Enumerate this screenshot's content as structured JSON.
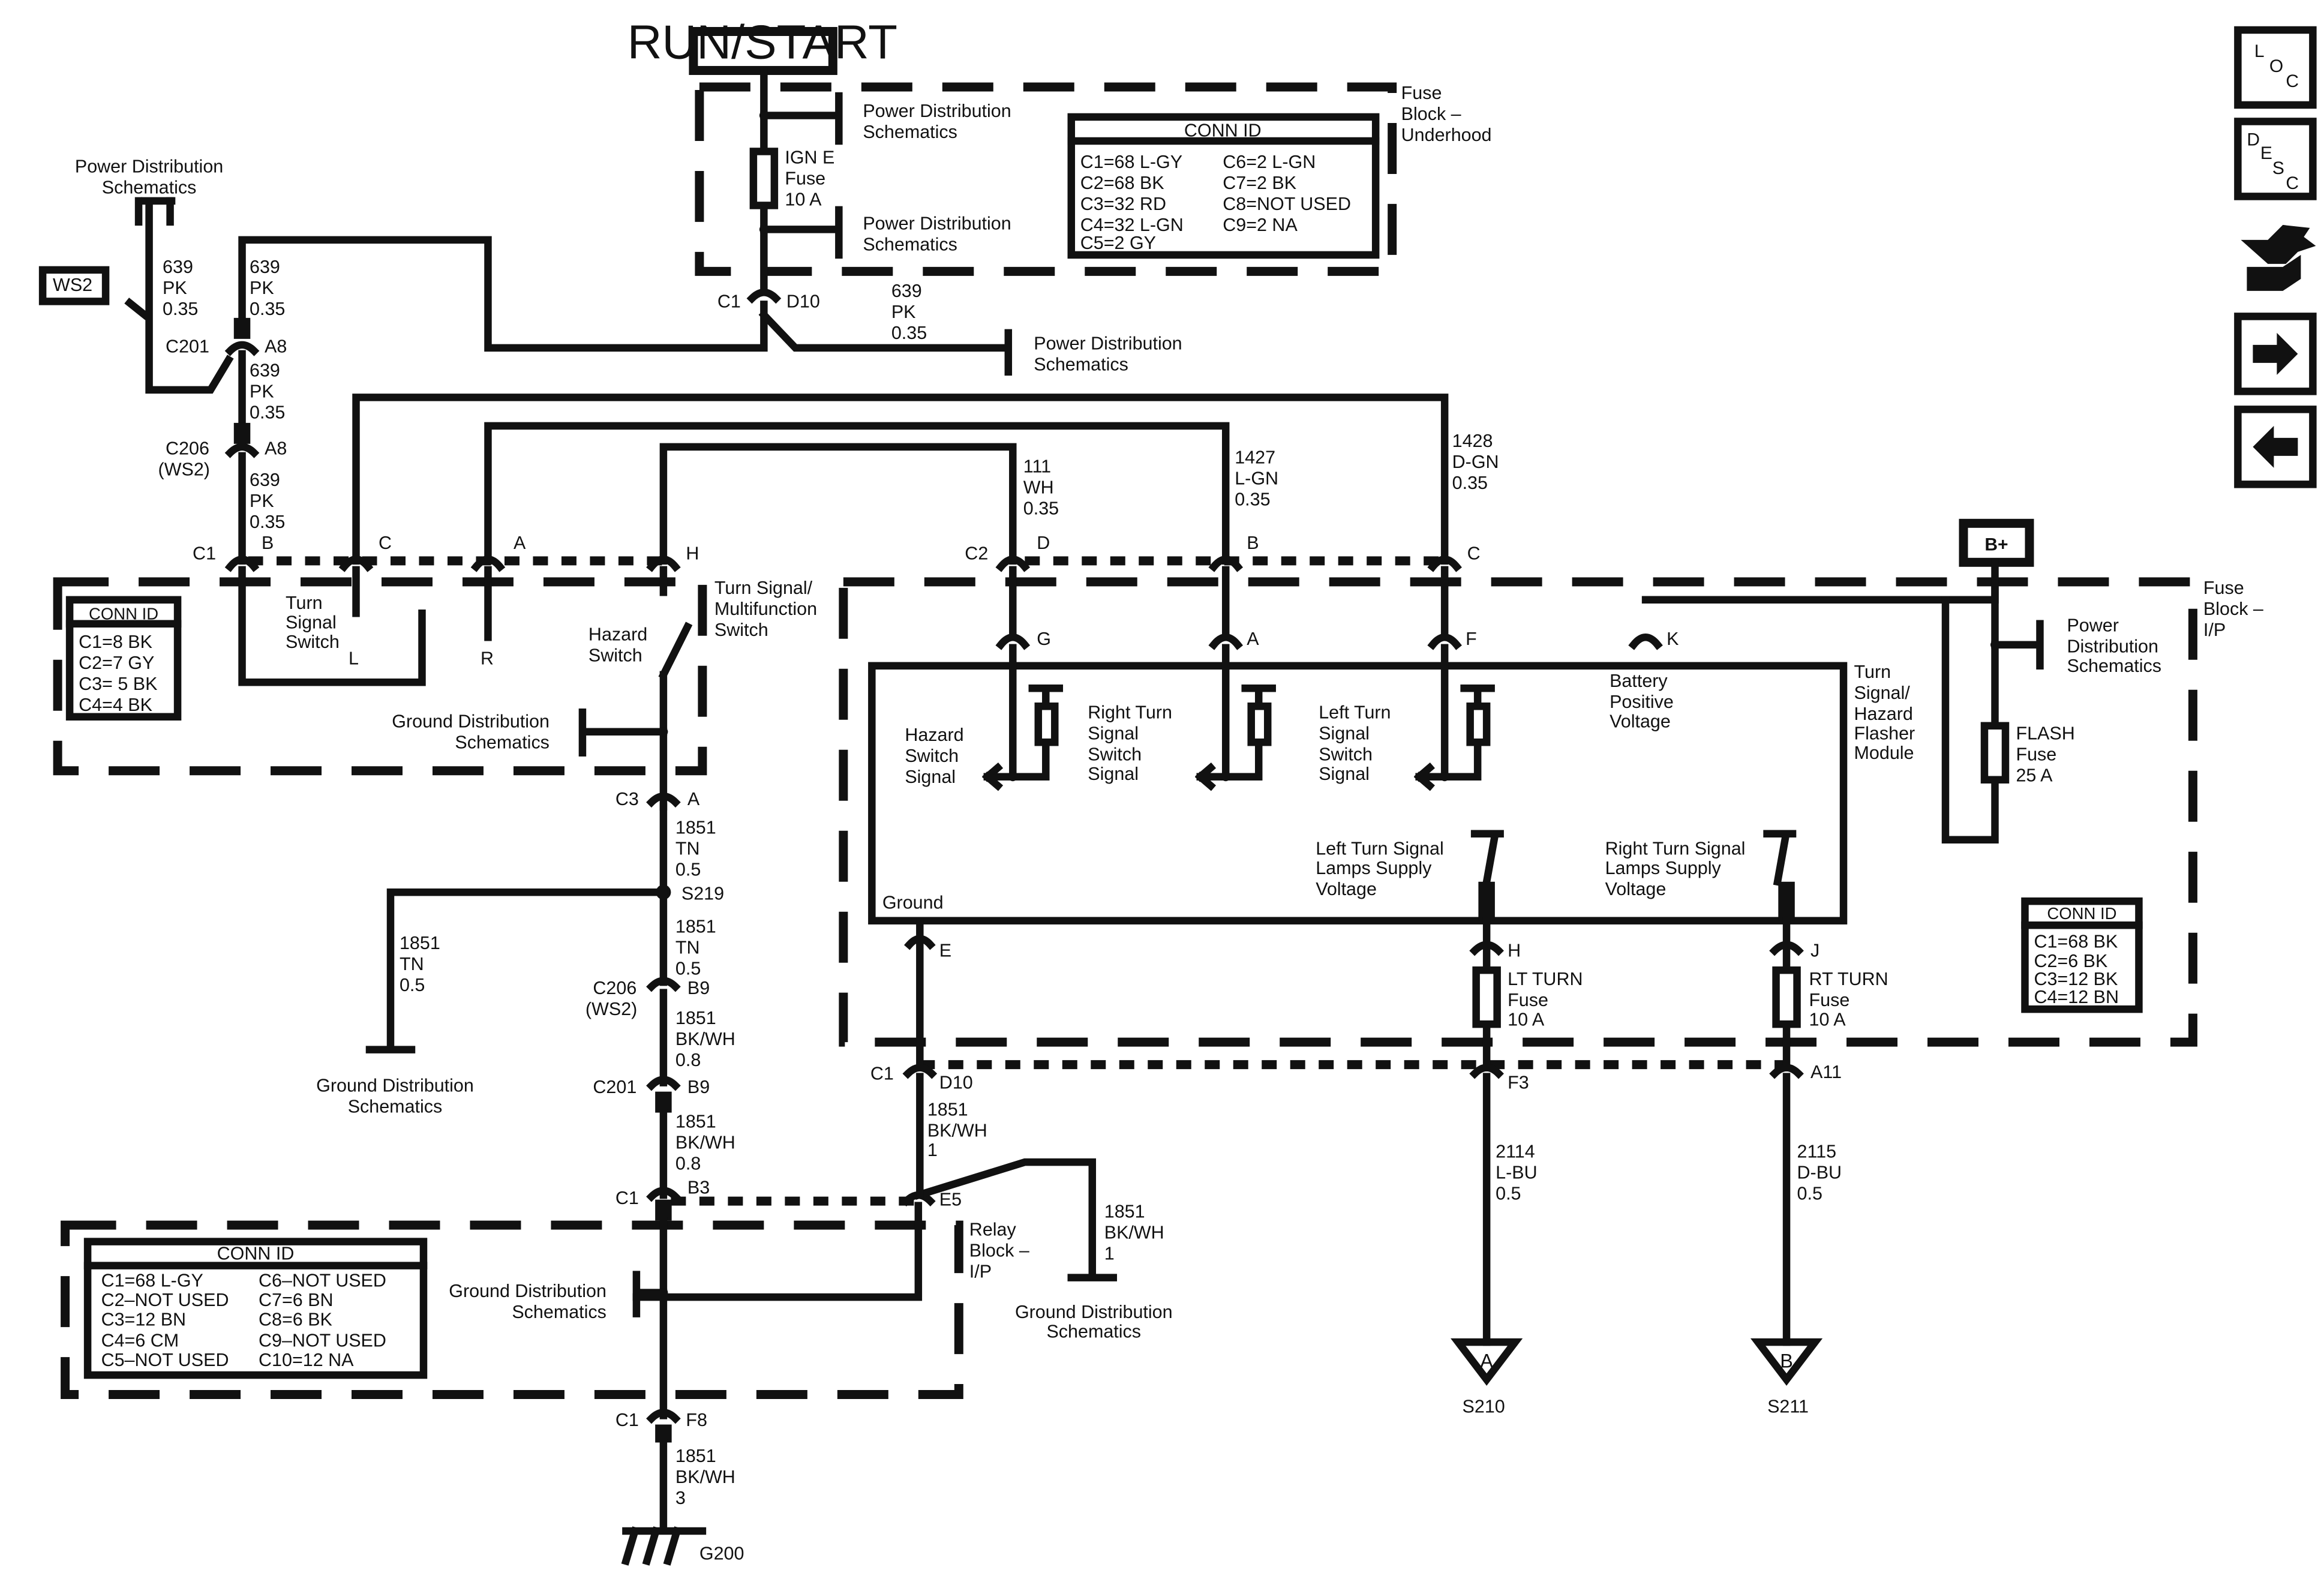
{
  "header": {
    "run_start": "RUN/START",
    "b_plus": "B+"
  },
  "nav": {
    "loc": [
      "L",
      "O",
      "C"
    ],
    "desc": [
      "D",
      "E",
      "S",
      "C"
    ],
    "icons": [
      "diagnostic-hand-icon",
      "next-arrow-icon",
      "previous-arrow-icon"
    ]
  },
  "fuse_block_underhood": {
    "title": [
      "Fuse",
      "Block –",
      "Underhood"
    ],
    "fuse_label": [
      "IGN E",
      "Fuse",
      "10 A"
    ],
    "pds_top": [
      "Power Distribution",
      "Schematics"
    ],
    "pds_mid": [
      "Power Distribution",
      "Schematics"
    ],
    "conn_title": "CONN ID",
    "conn_left": [
      "C1=68 L-GY",
      "C2=68 BK",
      "C3=32 RD",
      "C4=32 L-GN",
      "C5=2 GY"
    ],
    "conn_right": [
      "C6=2 L-GN",
      "C7=2 BK",
      "C8=NOT USED",
      "C9=2 NA"
    ],
    "c1": "C1",
    "d10": "D10",
    "wire_out": [
      "639",
      "PK",
      "0.35"
    ],
    "pds_right": [
      "Power Distribution",
      "Schematics"
    ]
  },
  "left_feed": {
    "pds": [
      "Power Distribution",
      "Schematics"
    ],
    "ws2": "WS2",
    "wire_a": [
      "639",
      "PK",
      "0.35"
    ],
    "wire_b": [
      "639",
      "PK",
      "0.35"
    ],
    "c201": "C201",
    "a8_1": "A8",
    "wire_c": [
      "639",
      "PK",
      "0.35"
    ],
    "c206": [
      "C206",
      "(WS2)"
    ],
    "a8_2": "A8",
    "wire_d": [
      "639",
      "PK",
      "0.35"
    ]
  },
  "top_wires": {
    "w111": [
      "111",
      "WH",
      "0.35"
    ],
    "w1427": [
      "1427",
      "L-GN",
      "0.35"
    ],
    "w1428": [
      "1428",
      "D-GN",
      "0.35"
    ]
  },
  "multifunction_switch": {
    "title": [
      "Turn Signal/",
      "Multifunction",
      "Switch"
    ],
    "c1": "C1",
    "pins": [
      "B",
      "C",
      "A",
      "H"
    ],
    "turn_switch": [
      "Turn",
      "Signal",
      "Switch"
    ],
    "l": "L",
    "r": "R",
    "hazard_switch": [
      "Hazard",
      "Switch"
    ],
    "gds": [
      "Ground Distribution",
      "Schematics"
    ],
    "conn_title": "CONN ID",
    "conn": [
      "C1=8 BK",
      "C2=7 GY",
      "C3= 5 BK",
      "C4=4 BK"
    ],
    "c3": "C3",
    "c3_pin": "A"
  },
  "ground_path": {
    "w1851_tn": [
      "1851",
      "TN",
      "0.5"
    ],
    "s219": "S219",
    "w1851_tn_b": [
      "1851",
      "TN",
      "0.5"
    ],
    "w1851_tn_c": [
      "1851",
      "TN",
      "0.5"
    ],
    "gds": [
      "Ground Distribution",
      "Schematics"
    ],
    "c206": [
      "C206",
      "(WS2)"
    ],
    "b9_1": "B9",
    "w1851_bkwh_a": [
      "1851",
      "BK/WH",
      "0.8"
    ],
    "c201": "C201",
    "b9_2": "B9",
    "w1851_bkwh_b": [
      "1851",
      "BK/WH",
      "0.8"
    ],
    "c1_b3": "C1",
    "b3": "B3",
    "c1_f8": "C1",
    "f8": "F8",
    "w1851_bkwh_c": [
      "1851",
      "BK/WH",
      "3"
    ],
    "g200": "G200"
  },
  "relay_block": {
    "title": [
      "Relay",
      "Block –",
      "I/P"
    ],
    "conn_title": "CONN ID",
    "conn_left": [
      "C1=68 L-GY",
      "C2–NOT USED",
      "C3=12 BN",
      "C4=6 CM",
      "C5–NOT USED"
    ],
    "conn_right": [
      "C6–NOT USED",
      "C7=6 BN",
      "C8=6 BK",
      "C9–NOT USED",
      "C10=12 NA"
    ],
    "gds": [
      "Ground Distribution",
      "Schematics"
    ],
    "e5": "E5"
  },
  "fuse_block_ip": {
    "title": [
      "Fuse",
      "Block –",
      "I/P"
    ],
    "c2": "C2",
    "c2_pins": [
      "D",
      "B",
      "C"
    ],
    "module_pins": [
      "G",
      "A",
      "F",
      "K"
    ],
    "hazard_sig": [
      "Hazard",
      "Switch",
      "Signal"
    ],
    "right_sig": [
      "Right Turn",
      "Signal",
      "Switch",
      "Signal"
    ],
    "left_sig": [
      "Left Turn",
      "Signal",
      "Switch",
      "Signal"
    ],
    "batt": [
      "Battery",
      "Positive",
      "Voltage"
    ],
    "module_name": [
      "Turn",
      "Signal/",
      "Hazard",
      "Flasher",
      "Module"
    ],
    "pds": [
      "Power",
      "Distribution",
      "Schematics"
    ],
    "flash_fuse": [
      "FLASH",
      "Fuse",
      "25 A"
    ],
    "left_supply": [
      "Left Turn Signal",
      "Lamps Supply",
      "Voltage"
    ],
    "right_supply": [
      "Right Turn Signal",
      "Lamps Supply",
      "Voltage"
    ],
    "ground": "Ground",
    "e": "E",
    "h": "H",
    "j": "J",
    "lt_fuse": [
      "LT TURN",
      "Fuse",
      "10 A"
    ],
    "rt_fuse": [
      "RT TURN",
      "Fuse",
      "10 A"
    ],
    "conn_title": "CONN ID",
    "conn": [
      "C1=68 BK",
      "C2=6 BK",
      "C3=12 BK",
      "C4=12 BN"
    ],
    "c1": "C1",
    "d10": "D10",
    "f3": "F3",
    "a11": "A11",
    "w1851": [
      "1851",
      "BK/WH",
      "1"
    ],
    "w1851_b": [
      "1851",
      "BK/WH",
      "1"
    ],
    "gds": [
      "Ground Distribution",
      "Schematics"
    ]
  },
  "outputs": {
    "w2114": [
      "2114",
      "L-BU",
      "0.5"
    ],
    "w2115": [
      "2115",
      "D-BU",
      "0.5"
    ],
    "a": "A",
    "b": "B",
    "s210": "S210",
    "s211": "S211"
  }
}
